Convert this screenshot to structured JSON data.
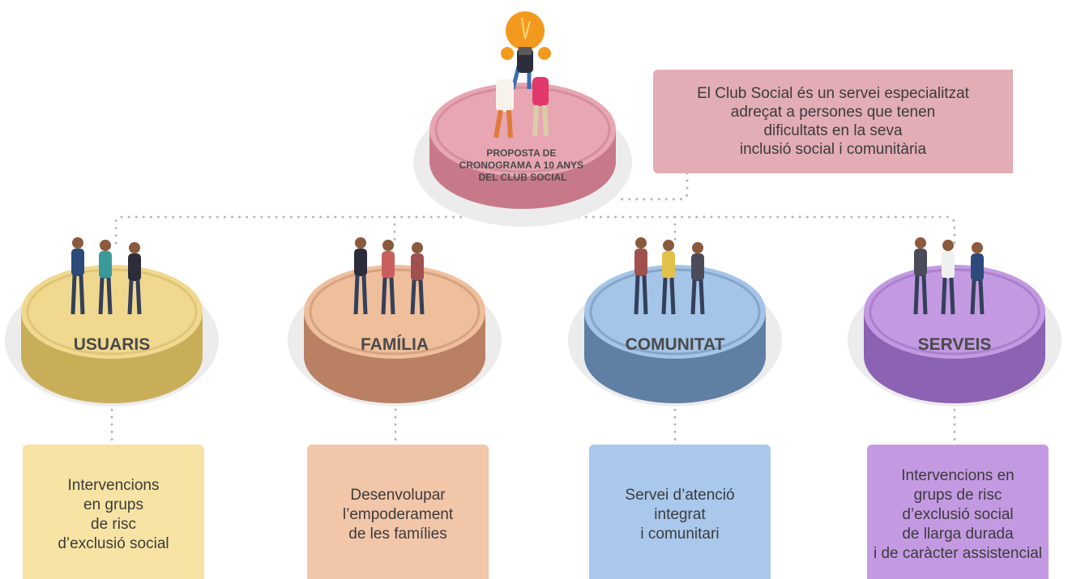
{
  "central": {
    "title_lines": [
      "PROPOSTA DE",
      "CRONOGRAMA A 10 ANYS",
      "DEL CLUB SOCIAL"
    ]
  },
  "top_box": {
    "text": "El Club Social és un servei especialitzat\nadreçat a persones que tenen\ndificultats en la seva\ninclusió social i comunitària"
  },
  "branches": [
    {
      "label": "USUARIS",
      "description": "Intervencions\nen grups\nde risc\nd’exclusió social"
    },
    {
      "label": "FAMÍLIA",
      "description": "Desenvolupar\nl’empoderament\nde les famílies"
    },
    {
      "label": "COMUNITAT",
      "description": "Servei d’atenció\nintegrat\ni comunitari"
    },
    {
      "label": "SERVEIS",
      "description": "Intervencions en\ngrups de risc\nd’exclusió social\nde llarga durada\ni de caràcter assistencial"
    }
  ],
  "colors": {
    "central_top": "#e8a6b2",
    "central_side": "#c7798a",
    "usuaris_top": "#f0d98f",
    "usuaris_side": "#c9ae5a",
    "familia_top": "#efbf9c",
    "familia_side": "#b98064",
    "comunitat_top": "#a4c5e8",
    "comunitat_side": "#5f7fa3",
    "serveis_top": "#c39ae2",
    "serveis_side": "#8c62b3",
    "shadow": "#ececec",
    "dots": "#b8b8b8",
    "label_text": "#4a4a4a",
    "bulb": "#f39a1e"
  }
}
